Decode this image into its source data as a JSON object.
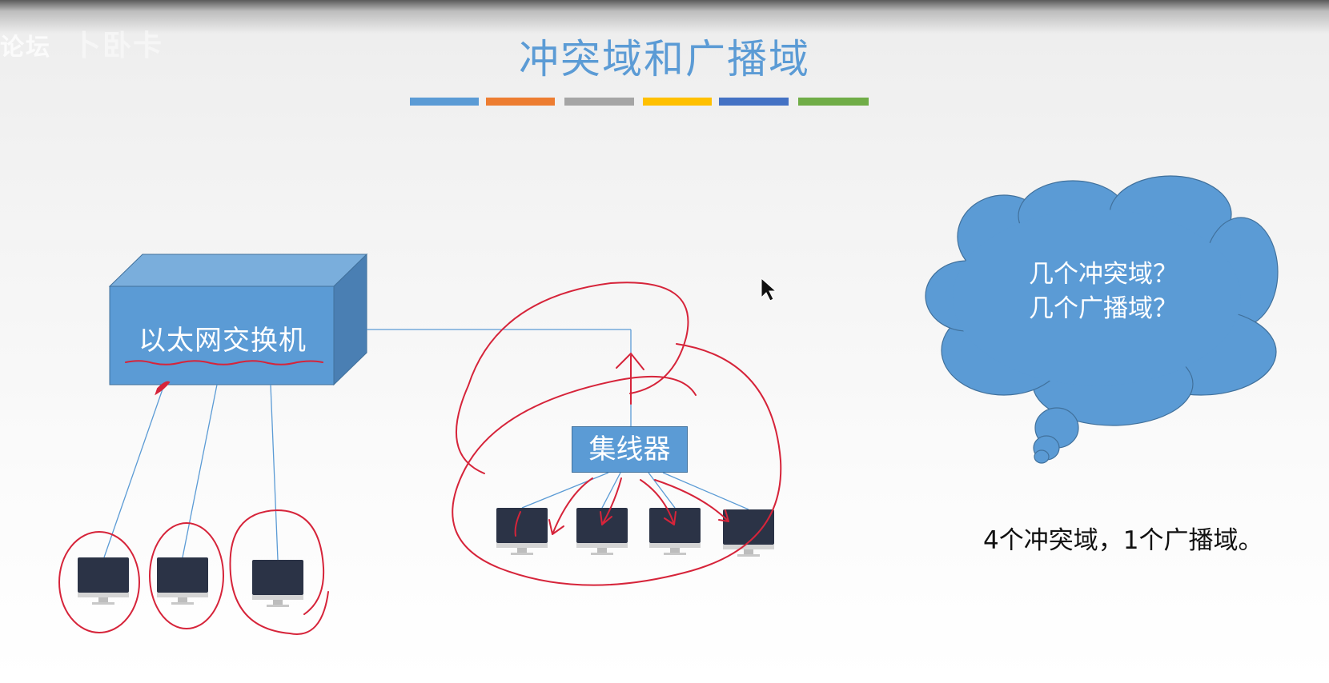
{
  "watermark": {
    "text": "论坛",
    "glyph_text": "卜卧卡"
  },
  "slide": {
    "title": "冲突域和广播域",
    "bar_colors": [
      "#5b9bd5",
      "#ed7d31",
      "#a5a5a5",
      "#ffc000",
      "#4472c4",
      "#70ad47"
    ]
  },
  "diagram": {
    "switch_label": "以太网交换机",
    "hub_label": "集线器",
    "switch_computers": 3,
    "hub_computers": 4,
    "colors": {
      "shape_fill": "#5b9bd5",
      "shape_top": "#7aaedc",
      "shape_side": "#4a7fb3",
      "link_line": "#5b9bd5",
      "annotation_red": "#d6243a",
      "monitor": "#2b3346"
    }
  },
  "cloud": {
    "line1": "几个冲突域？",
    "line2": "几个广播域？"
  },
  "answer": {
    "text": "4个冲突域，1个广播域。"
  },
  "cursor": {
    "icon": "mouse-pointer-icon"
  }
}
